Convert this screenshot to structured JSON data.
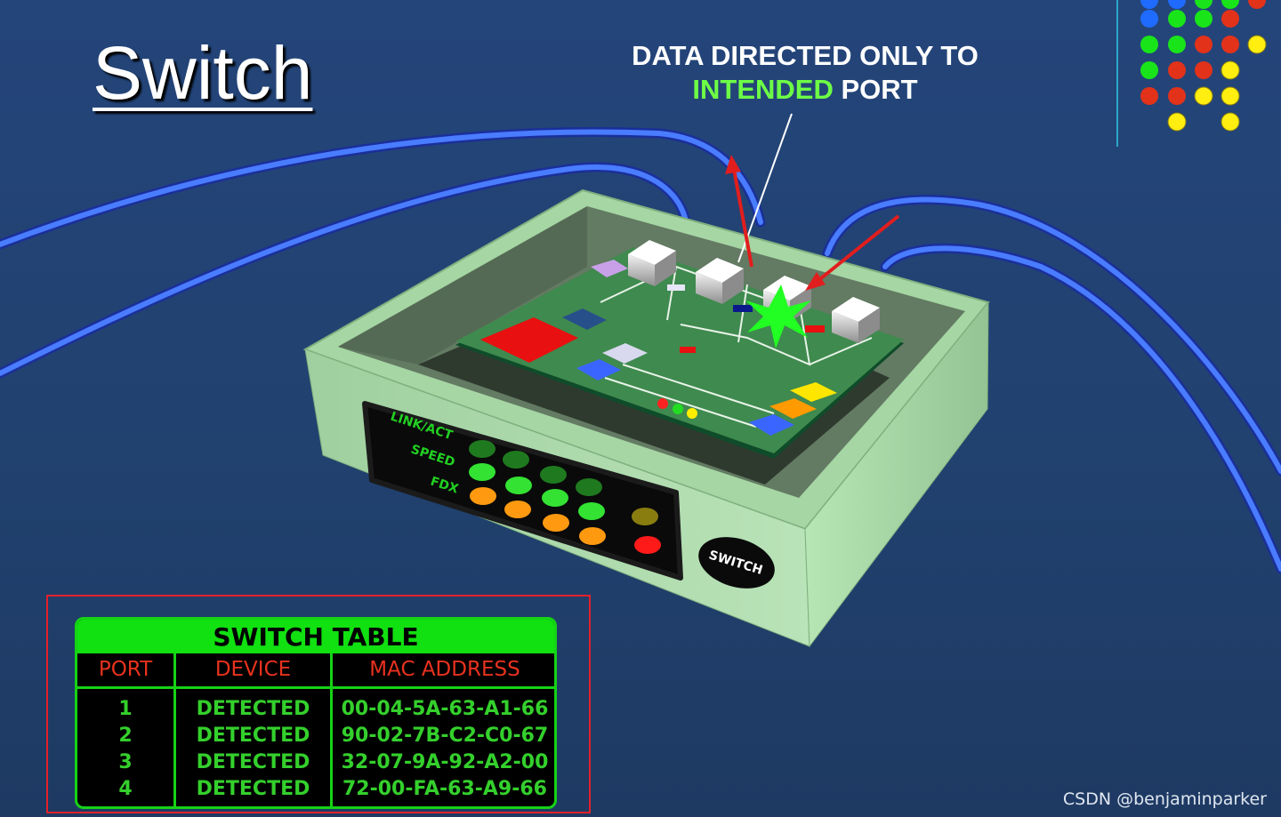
{
  "title": "Switch",
  "caption": {
    "line1": "DATA DIRECTED ONLY TO",
    "highlight": "INTENDED",
    "line2_rest": " PORT"
  },
  "device_panel": {
    "led_labels": [
      "LINK/ACT",
      "SPEED",
      "FDX"
    ],
    "badge": "SWITCH"
  },
  "switch_table": {
    "title": "SWITCH TABLE",
    "columns": [
      "PORT",
      "DEVICE",
      "MAC ADDRESS"
    ],
    "rows": [
      {
        "port": "1",
        "device": "DETECTED",
        "mac": "00-04-5A-63-A1-66"
      },
      {
        "port": "2",
        "device": "DETECTED",
        "mac": "90-02-7B-C2-C0-67"
      },
      {
        "port": "3",
        "device": "DETECTED",
        "mac": "32-07-9A-92-A2-00"
      },
      {
        "port": "4",
        "device": "DETECTED",
        "mac": "72-00-FA-63-A9-66"
      }
    ]
  },
  "watermark": "CSDN @benjaminparker",
  "colors": {
    "background": "#22426f",
    "cable": "#3d6cff",
    "switch_body": "#a9d8a9",
    "board": "#3f8a4e",
    "highlight_green": "#6dff45",
    "arrow_red": "#e11e1e",
    "table_green": "#11e011",
    "table_header_text": "#e8321e"
  }
}
